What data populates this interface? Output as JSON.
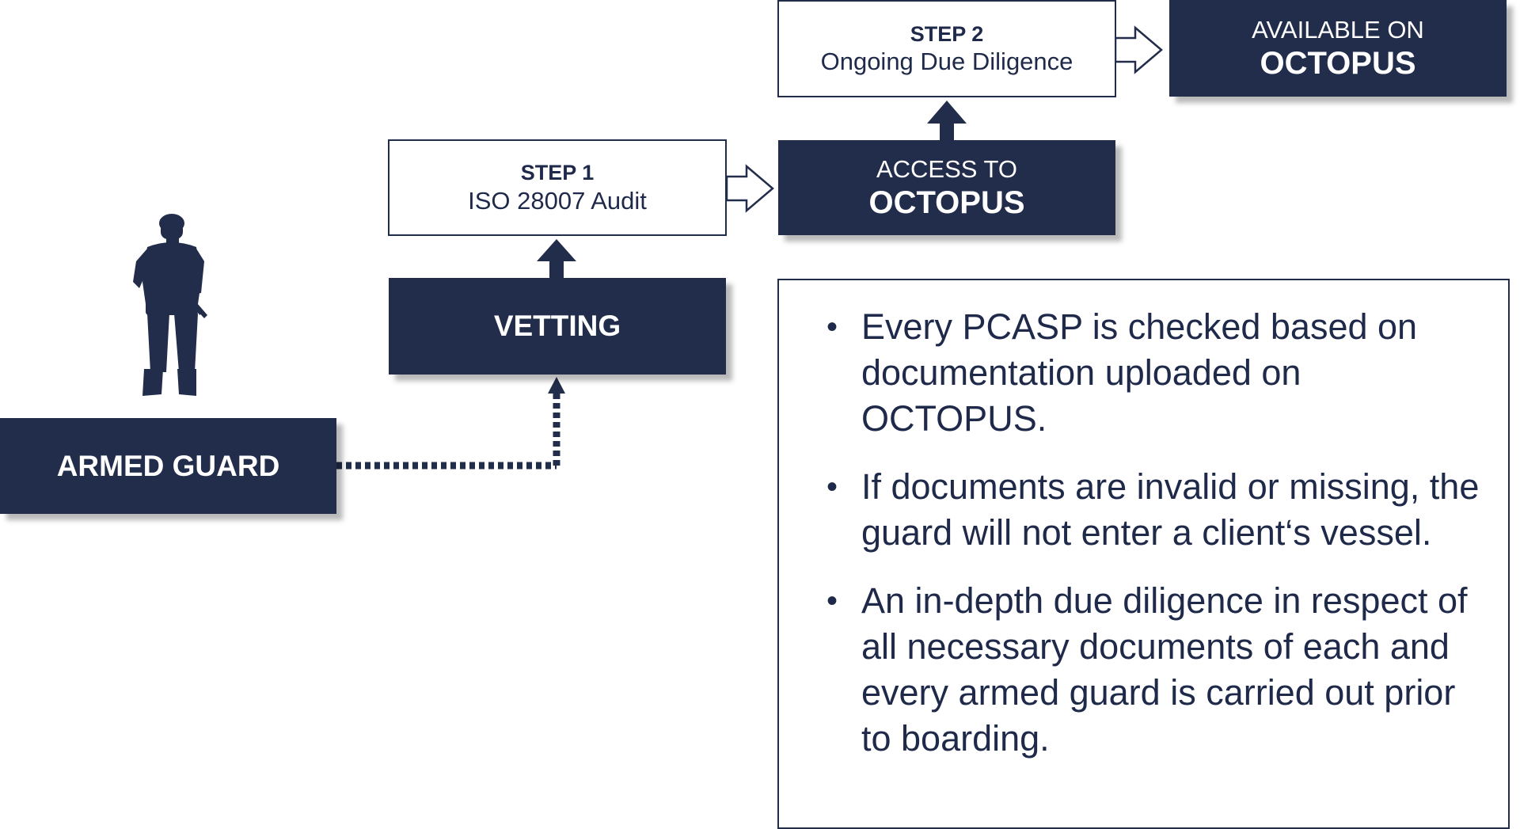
{
  "guard": {
    "label": "ARMED GUARD"
  },
  "vetting": {
    "label": "VETTING"
  },
  "step1": {
    "label": "STEP 1",
    "description": "ISO 28007 Audit"
  },
  "access": {
    "line1": "ACCESS TO",
    "line2": "OCTOPUS"
  },
  "step2": {
    "label": "STEP 2",
    "description": "Ongoing Due Diligence"
  },
  "available": {
    "line1": "AVAILABLE ON",
    "line2": "OCTOPUS"
  },
  "info": {
    "bullet_char": "•",
    "items": [
      "Every PCASP is checked based on documentation uploaded on OCTOPUS.",
      "If documents are invalid or missing, the guard will not enter a client‘s vessel.",
      "An in-depth due diligence in respect of all necessary documents of each and every armed guard is carried out prior to boarding."
    ]
  },
  "colors": {
    "navy": "#222d4b",
    "white": "#ffffff"
  },
  "icons": [
    "soldier-silhouette-icon"
  ]
}
